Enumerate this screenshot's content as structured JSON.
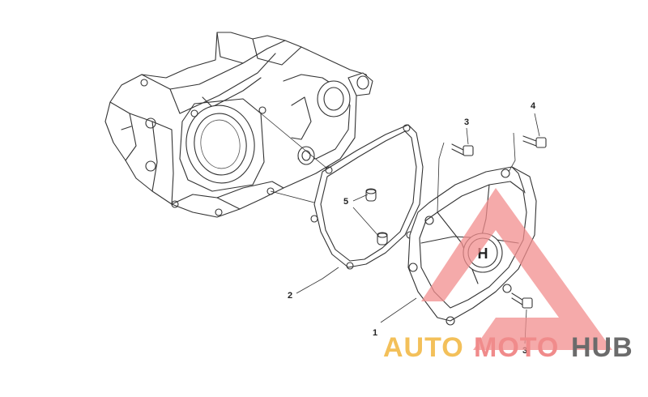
{
  "labels": [
    {
      "id": "1",
      "text": "1"
    },
    {
      "id": "2",
      "text": "2"
    },
    {
      "id": "3a",
      "text": "3"
    },
    {
      "id": "3b",
      "text": "3"
    },
    {
      "id": "4",
      "text": "4"
    },
    {
      "id": "5",
      "text": "5"
    }
  ],
  "watermark": {
    "auto": "AUTO",
    "moto": "MOTO",
    "hub": "HUB",
    "color_auto": "#f3c05a",
    "color_moto": "#f08b8b",
    "color_hub": "#6b6b6b",
    "triangle_color": "#f28d8d"
  },
  "logo": {
    "letter": "H"
  }
}
